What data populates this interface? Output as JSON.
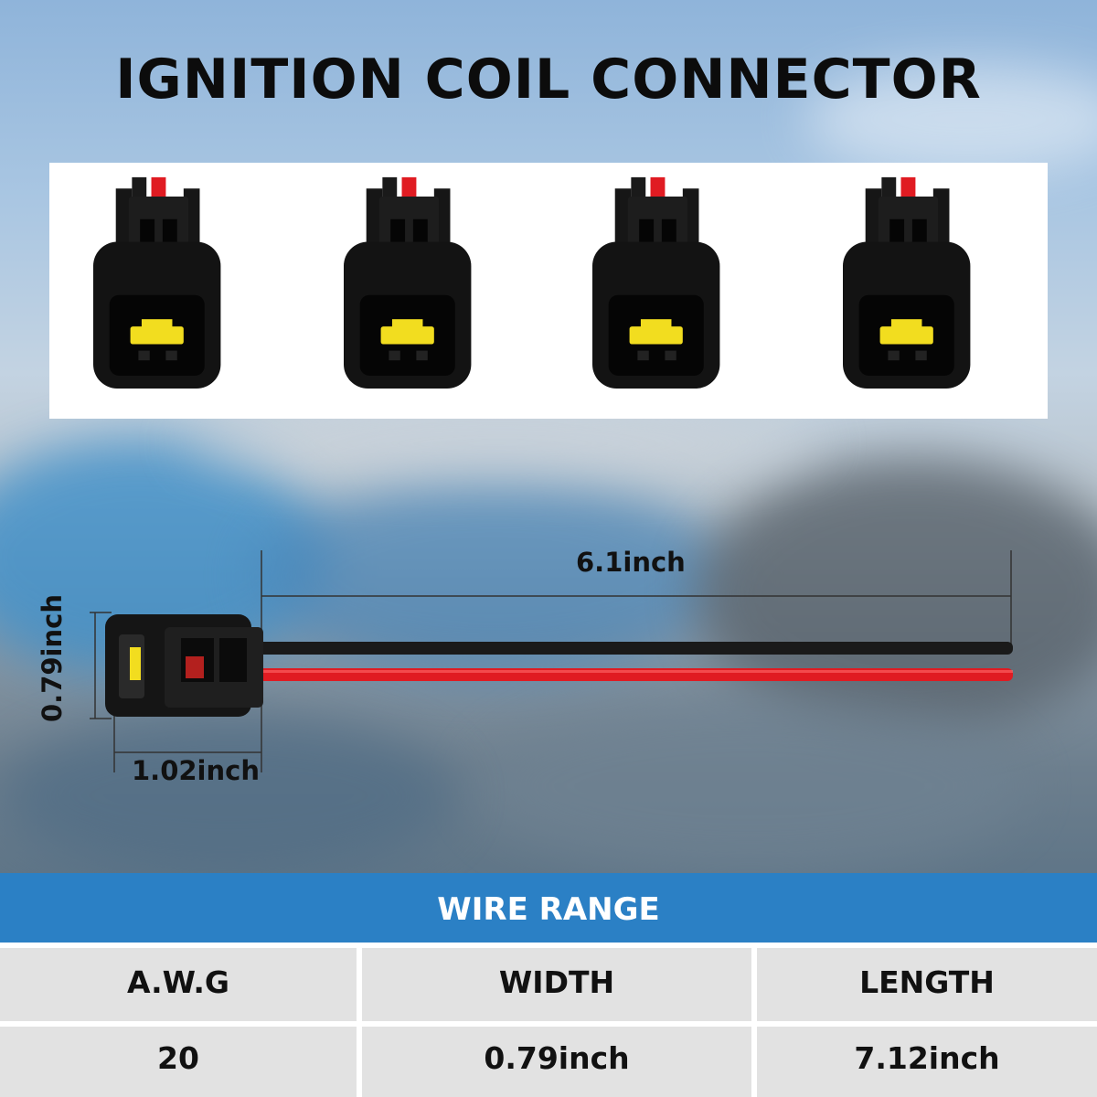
{
  "title": "IGNITION COIL CONNECTOR",
  "dimensions": {
    "length_label": "6.1inch",
    "height_label": "0.79inch",
    "width_label": "1.02inch"
  },
  "table": {
    "header": "WIRE RANGE",
    "columns": [
      "A.W.G",
      "WIDTH",
      "LENGTH"
    ],
    "values": [
      "20",
      "0.79inch",
      "7.12inch"
    ]
  },
  "colors": {
    "banner": "#2b80c5",
    "wire_black": "#1a1a1a",
    "wire_red": "#e01b22",
    "latch_yellow": "#f2dd1f"
  }
}
